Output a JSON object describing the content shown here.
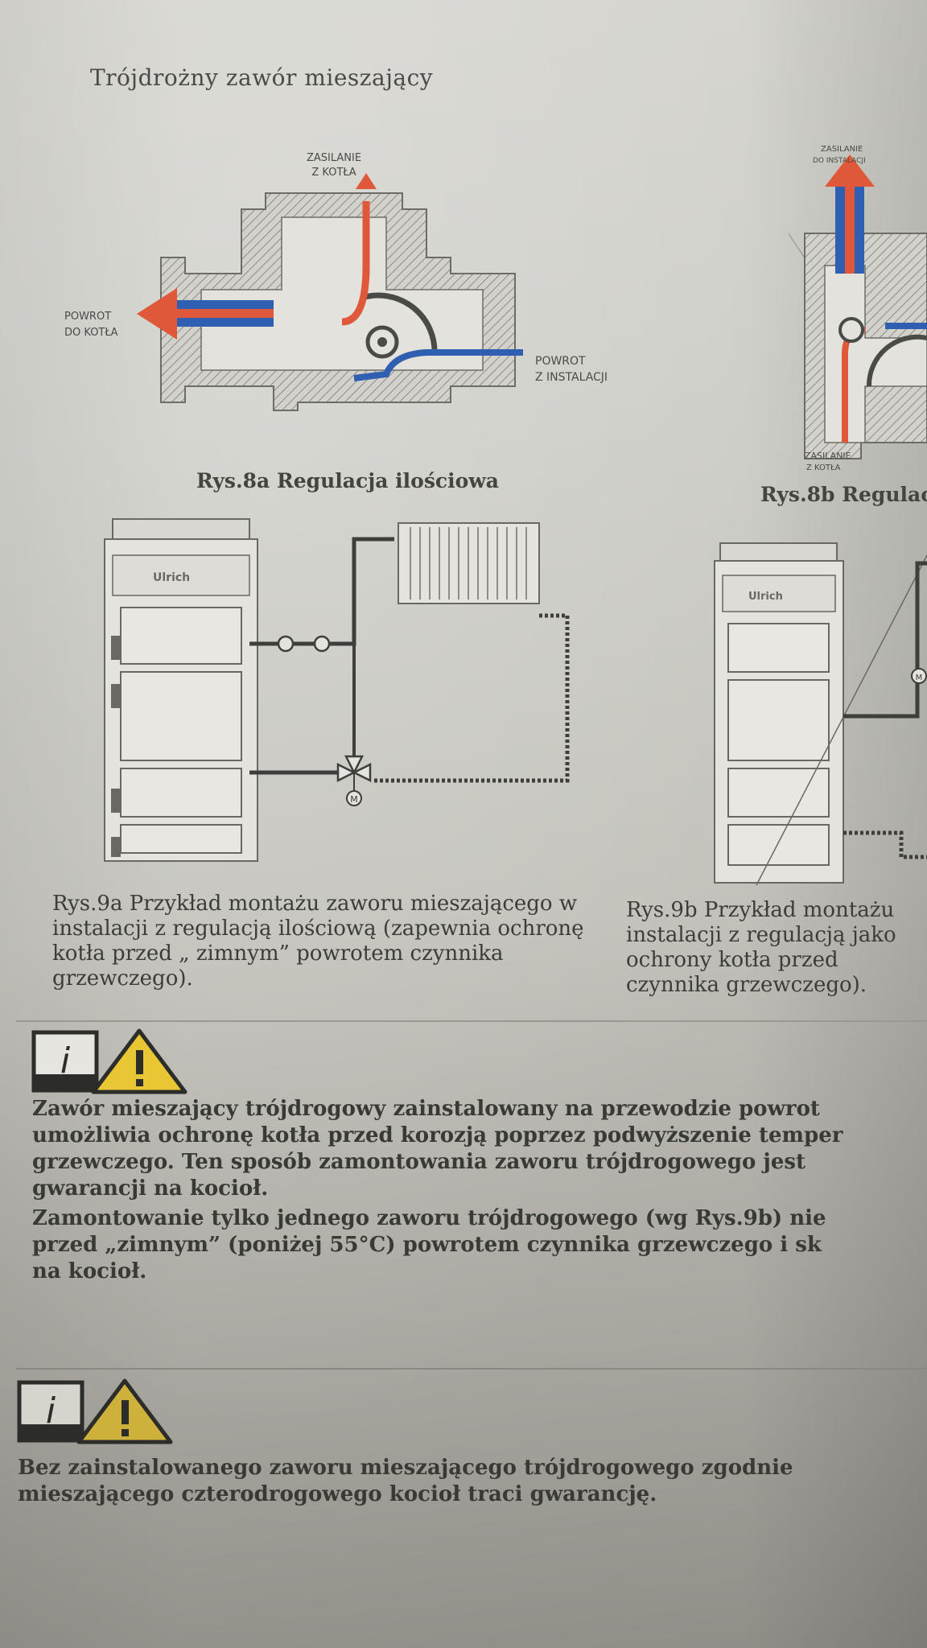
{
  "heading": "Trójdrożny zawór mieszający",
  "fig8a": {
    "label_top": [
      "ZASILANIE",
      "Z KOTŁA"
    ],
    "label_left": [
      "POWROT",
      "DO KOTŁA"
    ],
    "label_right": [
      "POWROT",
      "Z INSTALACJI"
    ],
    "caption": "Rys.8a Regulacja ilościowa"
  },
  "fig8b": {
    "label_top": [
      "ZASILANIE",
      "DO INSTALACJI"
    ],
    "label_bottom": [
      "ZASILANIE",
      "Z KOTŁA"
    ],
    "caption": "Rys.8b Regulac"
  },
  "fig9a": {
    "valve_label": "M",
    "caption_lines": [
      "Rys.9a Przykład montażu zaworu mieszającego w",
      "instalacji z regulacją ilościową (zapewnia ochronę",
      "kotła przed „ zimnym” powrotem czynnika",
      "grzewczego)."
    ]
  },
  "fig9b": {
    "valve_label": "M",
    "caption_lines": [
      "Rys.9b Przykład montażu",
      "instalacji z regulacją jako",
      "ochrony kotła przed",
      "czynnika grzewczego)."
    ]
  },
  "note1": {
    "info_icon": "i",
    "lines": [
      "Zawór mieszający trójdrogowy zainstalowany na przewodzie powrot",
      "umożliwia ochronę kotła przed korozją poprzez podwyższenie temper",
      "grzewczego. Ten sposób zamontowania zaworu trójdrogowego jest",
      "gwarancji na kocioł.",
      "Zamontowanie tylko jednego zaworu trójdrogowego (wg Rys.9b) nie",
      "przed „zimnym” (poniżej 55°C) powrotem czynnika grzewczego i sk",
      "na kocioł."
    ]
  },
  "note2": {
    "info_icon": "i",
    "lines": [
      "Bez zainstalowanego zaworu mieszającego trójdrogowego zgodnie",
      "mieszającego czterodrogowego kocioł traci gwarancję."
    ]
  },
  "colors": {
    "hot": "#e0583a",
    "cold": "#2f5fb0",
    "warning": "#e8c634"
  }
}
